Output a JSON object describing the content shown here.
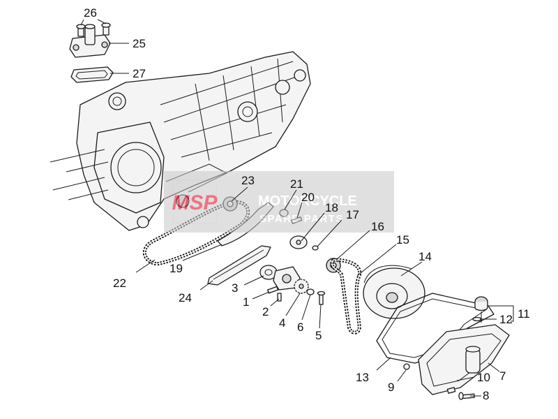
{
  "diagram": {
    "callouts": [
      {
        "id": "26",
        "label": "26"
      },
      {
        "id": "25",
        "label": "25"
      },
      {
        "id": "27",
        "label": "27"
      },
      {
        "id": "23",
        "label": "23"
      },
      {
        "id": "21",
        "label": "21"
      },
      {
        "id": "20",
        "label": "20"
      },
      {
        "id": "18",
        "label": "18"
      },
      {
        "id": "17",
        "label": "17"
      },
      {
        "id": "16",
        "label": "16"
      },
      {
        "id": "15",
        "label": "15"
      },
      {
        "id": "14",
        "label": "14"
      },
      {
        "id": "22",
        "label": "22"
      },
      {
        "id": "19",
        "label": "19"
      },
      {
        "id": "24",
        "label": "24"
      },
      {
        "id": "3",
        "label": "3"
      },
      {
        "id": "1",
        "label": "1"
      },
      {
        "id": "2",
        "label": "2"
      },
      {
        "id": "4",
        "label": "4"
      },
      {
        "id": "6",
        "label": "6"
      },
      {
        "id": "5",
        "label": "5"
      },
      {
        "id": "11",
        "label": "11"
      },
      {
        "id": "12",
        "label": "12"
      },
      {
        "id": "13",
        "label": "13"
      },
      {
        "id": "9",
        "label": "9"
      },
      {
        "id": "10",
        "label": "10"
      },
      {
        "id": "7",
        "label": "7"
      },
      {
        "id": "8",
        "label": "8"
      }
    ]
  },
  "watermark": {
    "brand_line1": "MOTORCYCLE",
    "brand_line2": "SPARE PARTS",
    "badge": "MSP",
    "color": "#e2001a"
  }
}
